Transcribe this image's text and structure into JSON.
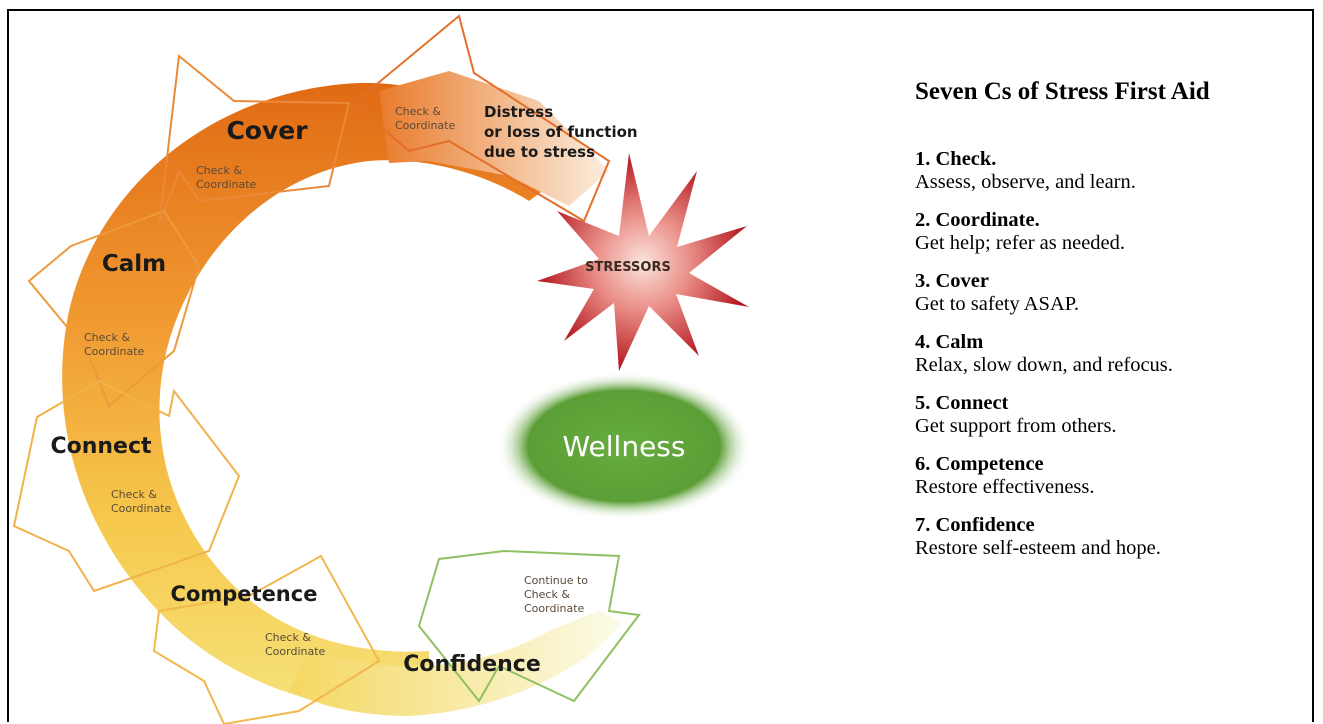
{
  "diagram": {
    "stages": [
      {
        "label": "Cover",
        "check": "Check &\nCoordinate"
      },
      {
        "label": "Calm",
        "check": "Check &\nCoordinate"
      },
      {
        "label": "Connect",
        "check": "Check &\nCoordinate"
      },
      {
        "label": "Competence",
        "check": "Check &\nCoordinate"
      },
      {
        "label": "Confidence",
        "check": "Continue to\nCheck &\nCoordinate"
      }
    ],
    "distress": {
      "check": "Check &\nCoordinate",
      "text": "Distress\nor loss of function\ndue to stress"
    },
    "calm_check": "Check &\nCoordinate",
    "cover_check": "Check &\nCoordinate",
    "connect_check": "Check &\nCoordinate",
    "competence_check": "Check &\nCoordinate",
    "stressors": "STRESSORS",
    "wellness": "Wellness",
    "colors": {
      "ring_top": "#e5771f",
      "ring_mid": "#f2a33a",
      "ring_bottom": "#f6d85a",
      "arrow_tail": "#f2f0c6",
      "arrow_outline_orange": "#ea8a38",
      "arrow_outline_green": "#8fc062",
      "star_dark": "#c2232a",
      "star_light": "#f7cbc3",
      "wellness_green": "#5ea13a"
    }
  },
  "side_panel": {
    "title": "Seven Cs of Stress First Aid",
    "items": [
      {
        "head": "1. Check.",
        "desc": "Assess, observe, and learn."
      },
      {
        "head": "2. Coordinate.",
        "desc": "Get help; refer as needed."
      },
      {
        "head": "3. Cover",
        "desc": "Get to safety ASAP."
      },
      {
        "head": "4. Calm",
        "desc": "Relax, slow down, and refocus."
      },
      {
        "head": "5. Connect",
        "desc": "Get support from others."
      },
      {
        "head": "6. Competence",
        "desc": "Restore effectiveness."
      },
      {
        "head": "7. Confidence",
        "desc": "Restore self-esteem and hope."
      }
    ]
  }
}
